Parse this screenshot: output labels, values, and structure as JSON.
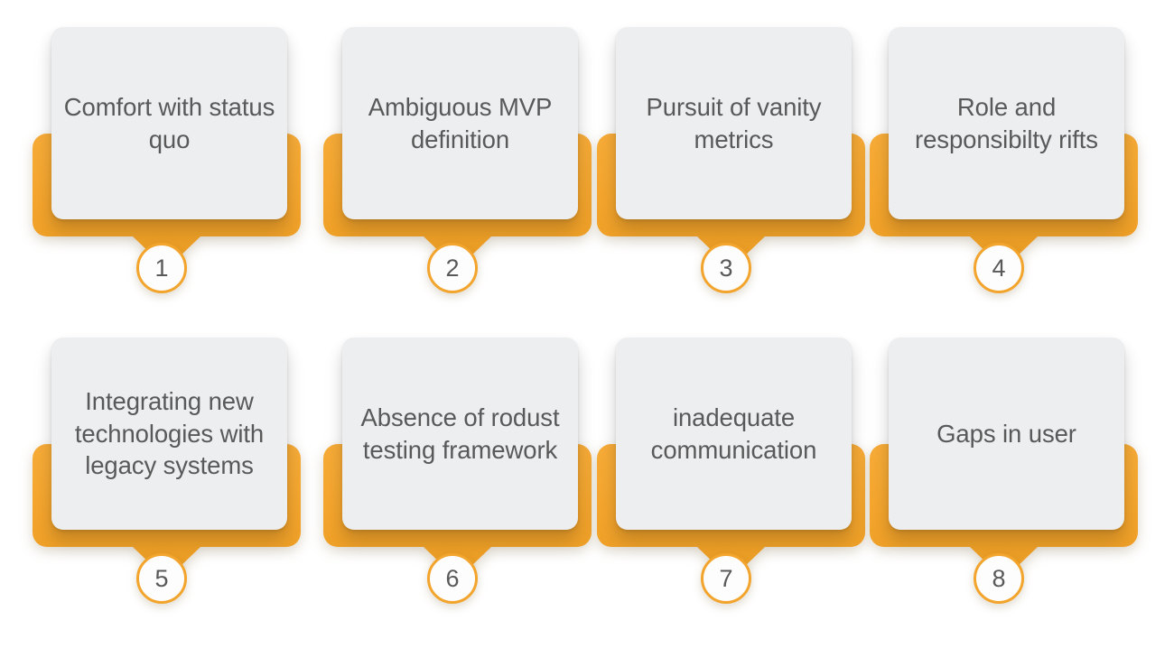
{
  "graphic": {
    "type": "numbered-card-grid",
    "columns": 4,
    "rows": 2,
    "accent_color": "#F3A42C",
    "accent_color_dark": "#E89A22",
    "card_color": "#ECEEF0",
    "text_color": "#595959",
    "badge_fill": "#FDFDFD",
    "background": "#FFFFFF"
  },
  "items": [
    {
      "number": "1",
      "label": "Comfort with status quo"
    },
    {
      "number": "2",
      "label": "Ambiguous MVP definition"
    },
    {
      "number": "3",
      "label": "Pursuit of vanity metrics"
    },
    {
      "number": "4",
      "label": "Role and responsibilty rifts"
    },
    {
      "number": "5",
      "label": "Integrating new technologies with legacy systems"
    },
    {
      "number": "6",
      "label": "Absence of rodust testing framework"
    },
    {
      "number": "7",
      "label": "inadequate communication"
    },
    {
      "number": "8",
      "label": "Gaps in user"
    }
  ]
}
